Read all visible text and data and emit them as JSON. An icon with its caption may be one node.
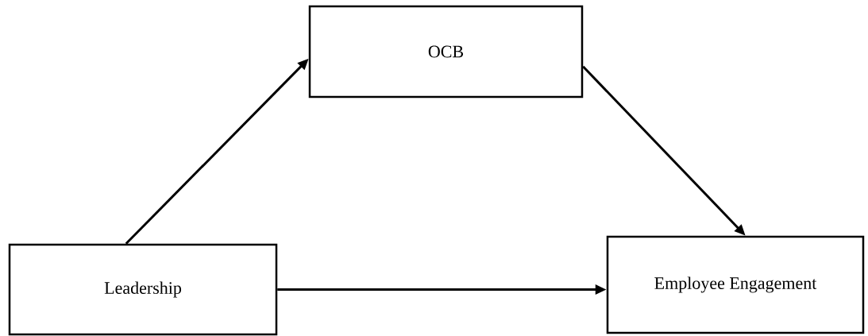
{
  "diagram": {
    "nodes": [
      {
        "text": [
          "OCB"
        ]
      },
      {
        "text": [
          "Leadership"
        ]
      },
      {
        "text": [
          "Employee Engagement"
        ]
      }
    ],
    "edges": [
      {
        "from": 1,
        "to": 0,
        "arrow": "to"
      },
      {
        "from": 0,
        "to": 2,
        "arrow": "to"
      },
      {
        "from": 1,
        "to": 2,
        "arrow": "to"
      }
    ]
  }
}
